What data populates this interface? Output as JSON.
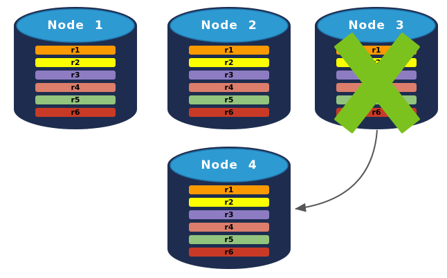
{
  "diagram": {
    "description": "Four database node cylinders; Node 3 is crossed out and an arrow points from Node 3 to Node 4",
    "nodes": [
      {
        "title": "Node 1",
        "failed": false,
        "rows": [
          {
            "label": "r1",
            "color": "#FB9901"
          },
          {
            "label": "r2",
            "color": "#FCFE00"
          },
          {
            "label": "r3",
            "color": "#8E7CC3"
          },
          {
            "label": "r4",
            "color": "#DC7E6B"
          },
          {
            "label": "r5",
            "color": "#93C47D"
          },
          {
            "label": "r6",
            "color": "#C93A26"
          }
        ]
      },
      {
        "title": "Node 2",
        "failed": false,
        "rows": [
          {
            "label": "r1",
            "color": "#FB9901"
          },
          {
            "label": "r2",
            "color": "#FCFE00"
          },
          {
            "label": "r3",
            "color": "#8E7CC3"
          },
          {
            "label": "r4",
            "color": "#DC7E6B"
          },
          {
            "label": "r5",
            "color": "#93C47D"
          },
          {
            "label": "r6",
            "color": "#C93A26"
          }
        ]
      },
      {
        "title": "Node 3",
        "failed": true,
        "rows": [
          {
            "label": "r1",
            "color": "#FB9901"
          },
          {
            "label": "r2",
            "color": "#FCFE00"
          },
          {
            "label": "r3",
            "color": "#8E7CC3"
          },
          {
            "label": "r4",
            "color": "#DC7E6B"
          },
          {
            "label": "r5",
            "color": "#93C47D"
          },
          {
            "label": "r6",
            "color": "#C93A26"
          }
        ]
      },
      {
        "title": "Node 4",
        "failed": false,
        "rows": [
          {
            "label": "r1",
            "color": "#FB9901"
          },
          {
            "label": "r2",
            "color": "#FCFE00"
          },
          {
            "label": "r3",
            "color": "#8E7CC3"
          },
          {
            "label": "r4",
            "color": "#DC7E6B"
          },
          {
            "label": "r5",
            "color": "#93C47D"
          },
          {
            "label": "r6",
            "color": "#C93A26"
          }
        ]
      }
    ],
    "arrow": {
      "from": "Node 3",
      "to": "Node 4"
    },
    "colors": {
      "cylinder_body": "#1E2D4F",
      "cylinder_top": "#2E9AD2",
      "cylinder_top_border": "#1F77AE",
      "failure_x": "#7CC21F",
      "arrow": "#575757",
      "title_text": "#FFFFFF",
      "row_text": "#000000"
    }
  }
}
